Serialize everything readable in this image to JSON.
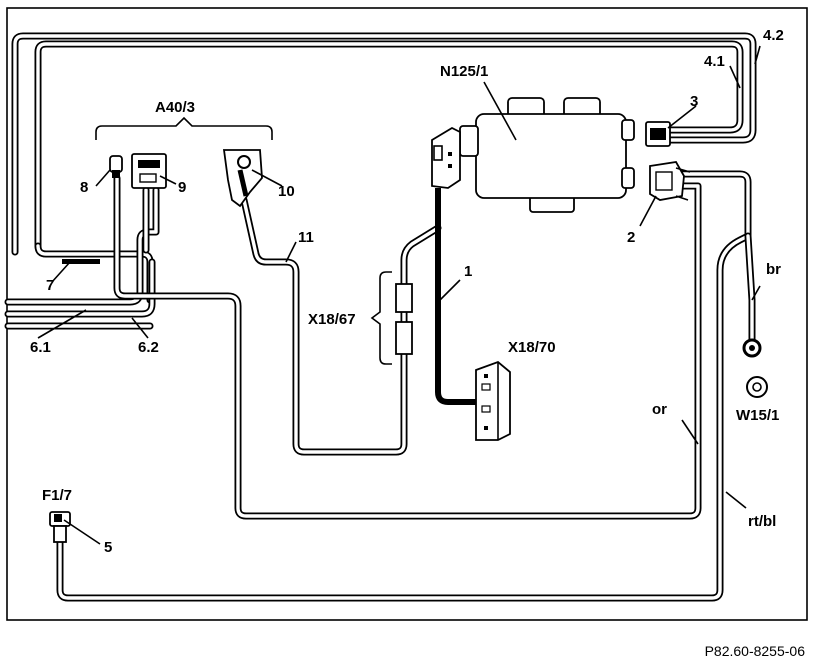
{
  "diagram": {
    "reference": "P82.60-8255-06",
    "labels": {
      "A40_3": "A40/3",
      "N125_1": "N125/1",
      "X18_67": "X18/67",
      "X18_70": "X18/70",
      "F1_7": "F1/7",
      "W15_1": "W15/1",
      "n1": "1",
      "n2": "2",
      "n3": "3",
      "n4_1": "4.1",
      "n4_2": "4.2",
      "n5": "5",
      "n6_1": "6.1",
      "n6_2": "6.2",
      "n7": "7",
      "n8": "8",
      "n9": "9",
      "n10": "10",
      "n11": "11",
      "br": "br",
      "or": "or",
      "rt_bl": "rt/bl"
    }
  }
}
